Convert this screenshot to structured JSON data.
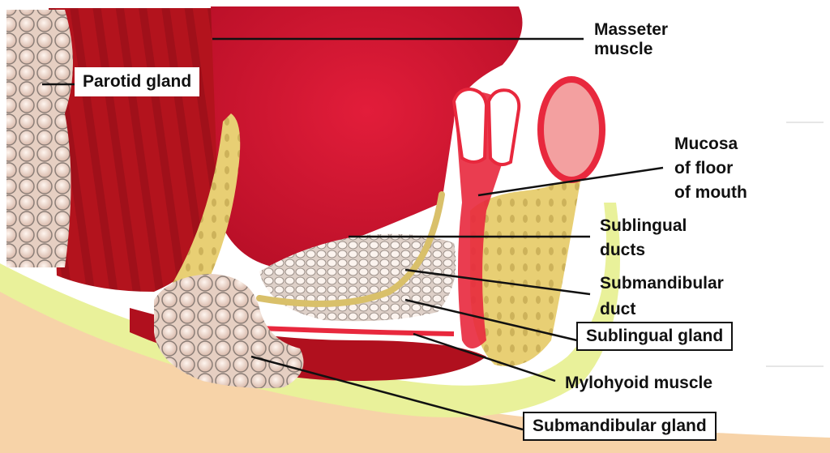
{
  "figure": {
    "subject": "Salivary glands and floor of mouth (cross-section)",
    "labels": [
      {
        "id": "masseter",
        "lines": [
          "Masseter",
          "muscle"
        ],
        "boxed": false
      },
      {
        "id": "parotid",
        "lines": [
          "Parotid gland"
        ],
        "boxed": false,
        "white_background": true
      },
      {
        "id": "mucosa",
        "lines": [
          "Mucosa",
          "of floor",
          "of mouth"
        ],
        "boxed": false
      },
      {
        "id": "sublingual-ducts",
        "lines": [
          "Sublingual",
          "ducts"
        ],
        "boxed": false
      },
      {
        "id": "submandibular-duct",
        "lines": [
          "Submandibular",
          "duct"
        ],
        "boxed": false
      },
      {
        "id": "sublingual-gland",
        "lines": [
          "Sublingual gland"
        ],
        "boxed": true
      },
      {
        "id": "mylohyoid",
        "lines": [
          "Mylohyoid muscle"
        ],
        "boxed": false
      },
      {
        "id": "submandibular-gland",
        "lines": [
          "Submandibular gland"
        ],
        "boxed": true
      }
    ],
    "colors": {
      "muscle_dark": "#a5151b",
      "muscle": "#c8102e",
      "muscle_bright": "#e8283d",
      "bone": "#e8cf74",
      "bone_spot": "#cdb25a",
      "gland": "#f0ddd2",
      "gland_outline": "#8c7f78",
      "mucosa_pale": "#e9f19a",
      "skin": "#f7d3a8",
      "tooth": "#ffffff",
      "leader_line": "#111111"
    }
  }
}
